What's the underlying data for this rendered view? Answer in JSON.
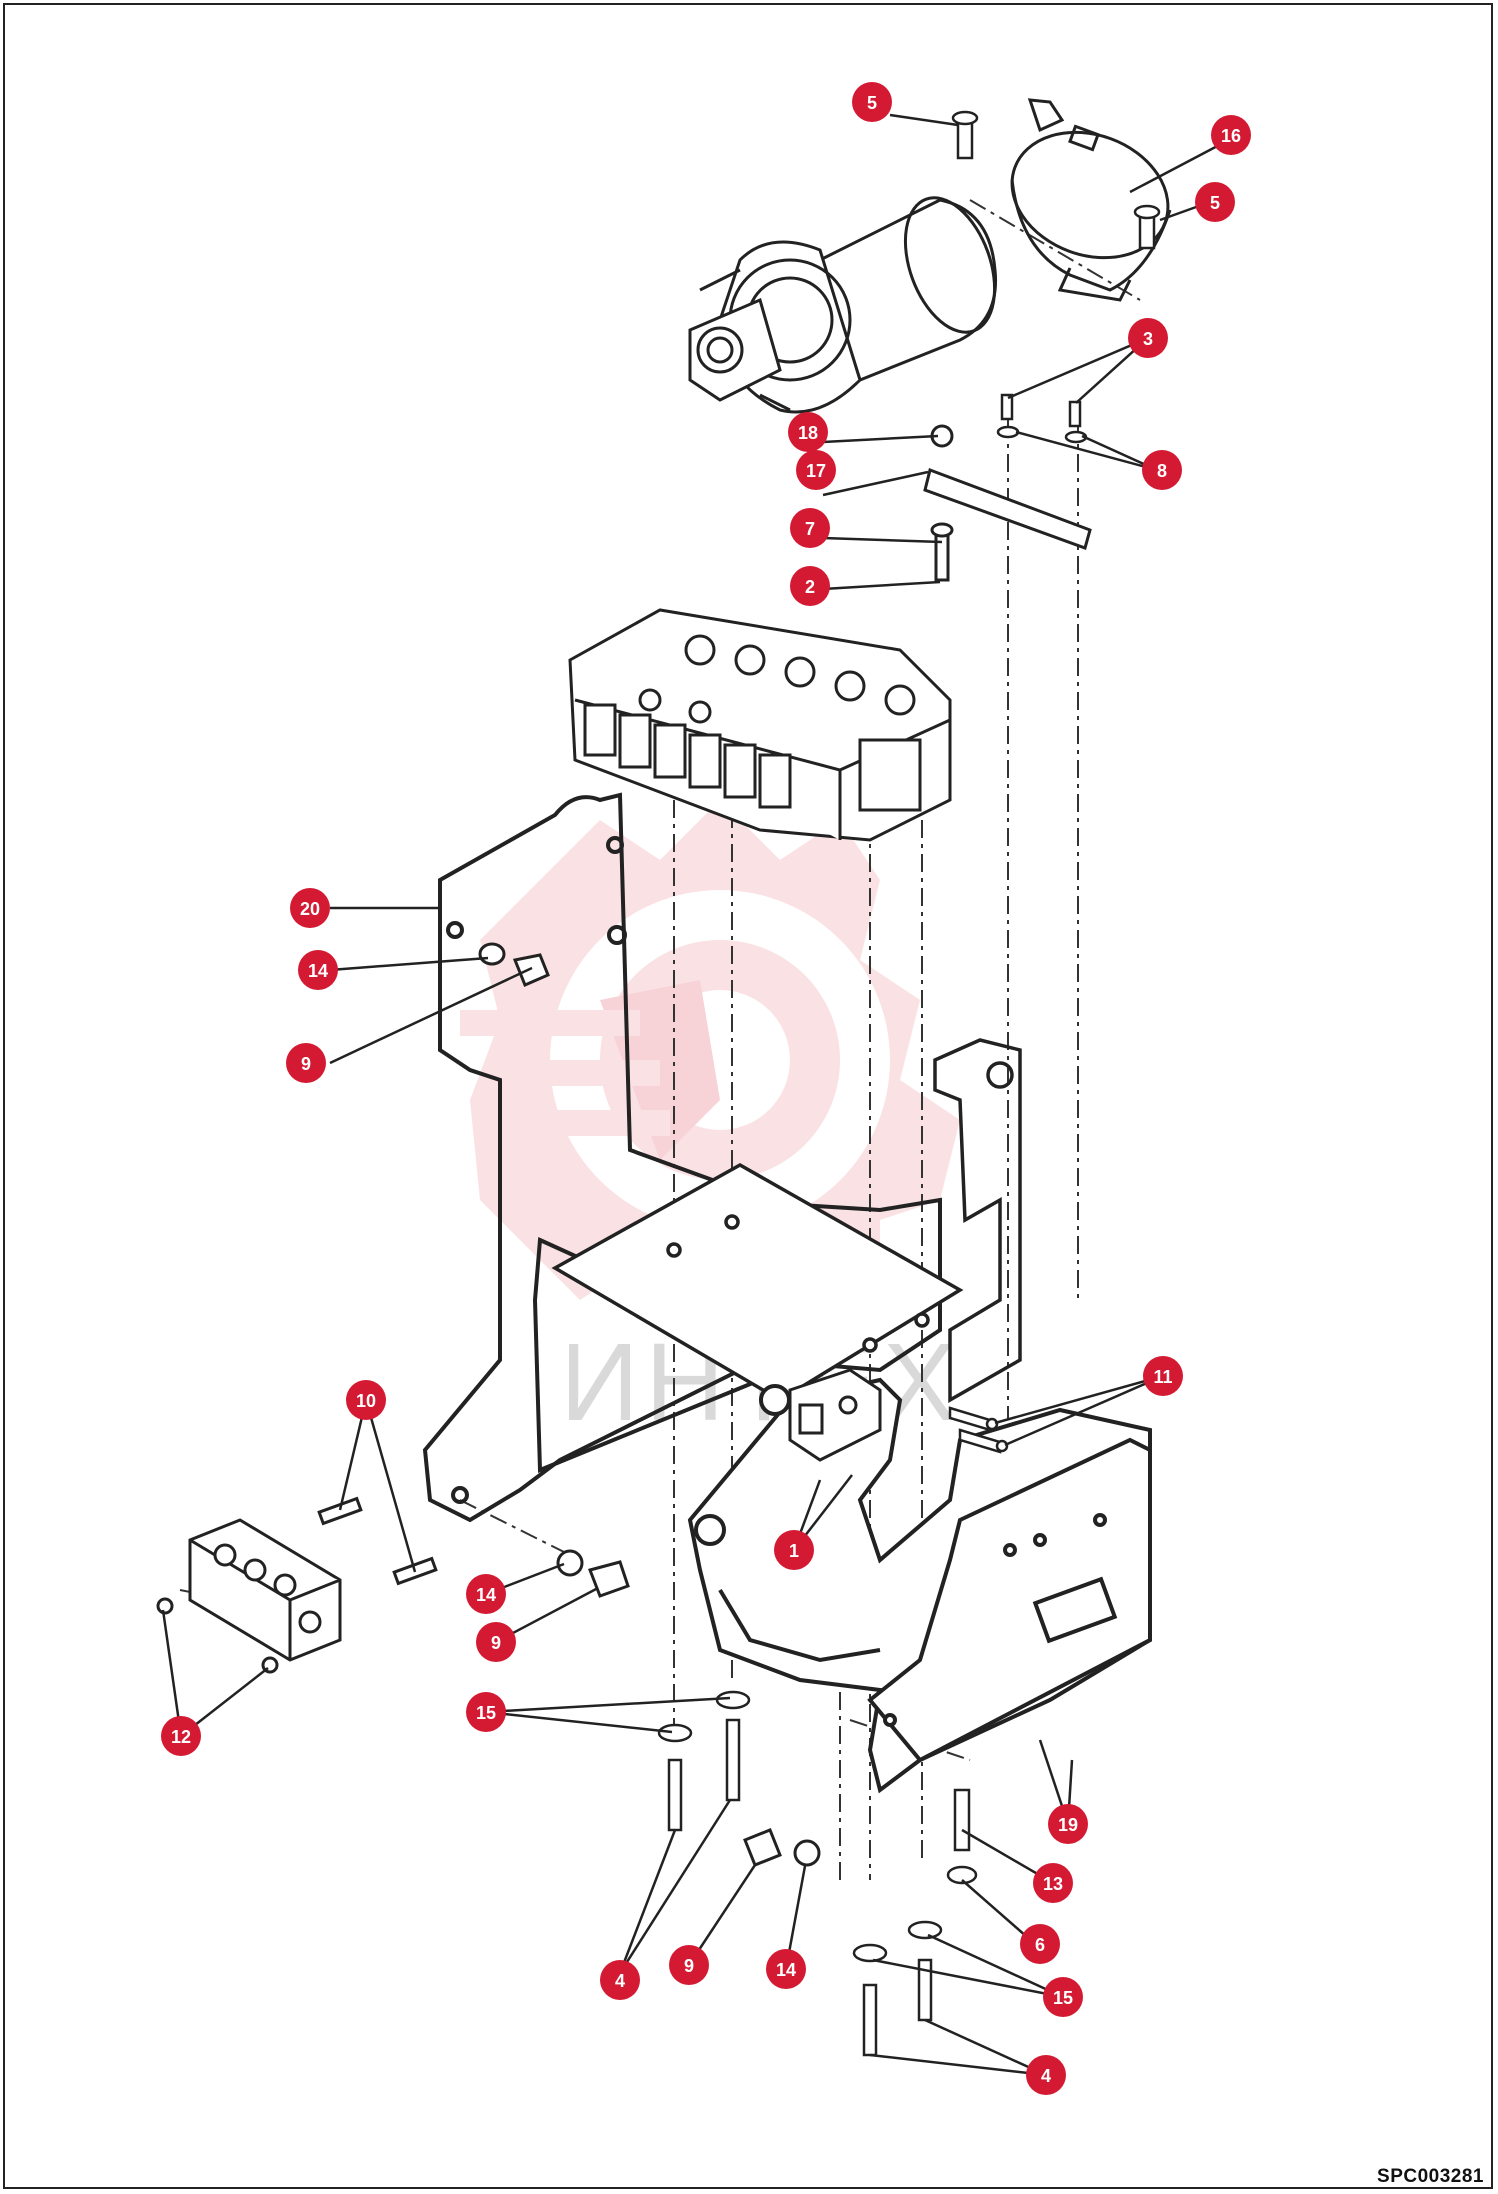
{
  "drawing": {
    "reference_code": "SPC003281",
    "watermark_text": "ИНТЕХ",
    "callout_color": "#d41a32",
    "watermark_color": "#f2b7bd"
  },
  "callouts": [
    {
      "id": "c5a",
      "label": "5"
    },
    {
      "id": "c16",
      "label": "16"
    },
    {
      "id": "c5b",
      "label": "5"
    },
    {
      "id": "c3",
      "label": "3"
    },
    {
      "id": "c18",
      "label": "18"
    },
    {
      "id": "c8",
      "label": "8"
    },
    {
      "id": "c17",
      "label": "17"
    },
    {
      "id": "c7",
      "label": "7"
    },
    {
      "id": "c2",
      "label": "2"
    },
    {
      "id": "c20",
      "label": "20"
    },
    {
      "id": "c14a",
      "label": "14"
    },
    {
      "id": "c9a",
      "label": "9"
    },
    {
      "id": "c11",
      "label": "11"
    },
    {
      "id": "c10",
      "label": "10"
    },
    {
      "id": "c1",
      "label": "1"
    },
    {
      "id": "c14b",
      "label": "14"
    },
    {
      "id": "c9b",
      "label": "9"
    },
    {
      "id": "c12",
      "label": "12"
    },
    {
      "id": "c15a",
      "label": "15"
    },
    {
      "id": "c19",
      "label": "19"
    },
    {
      "id": "c13",
      "label": "13"
    },
    {
      "id": "c6",
      "label": "6"
    },
    {
      "id": "c4a",
      "label": "4"
    },
    {
      "id": "c9c",
      "label": "9"
    },
    {
      "id": "c14c",
      "label": "14"
    },
    {
      "id": "c15b",
      "label": "15"
    },
    {
      "id": "c4b",
      "label": "4"
    }
  ]
}
